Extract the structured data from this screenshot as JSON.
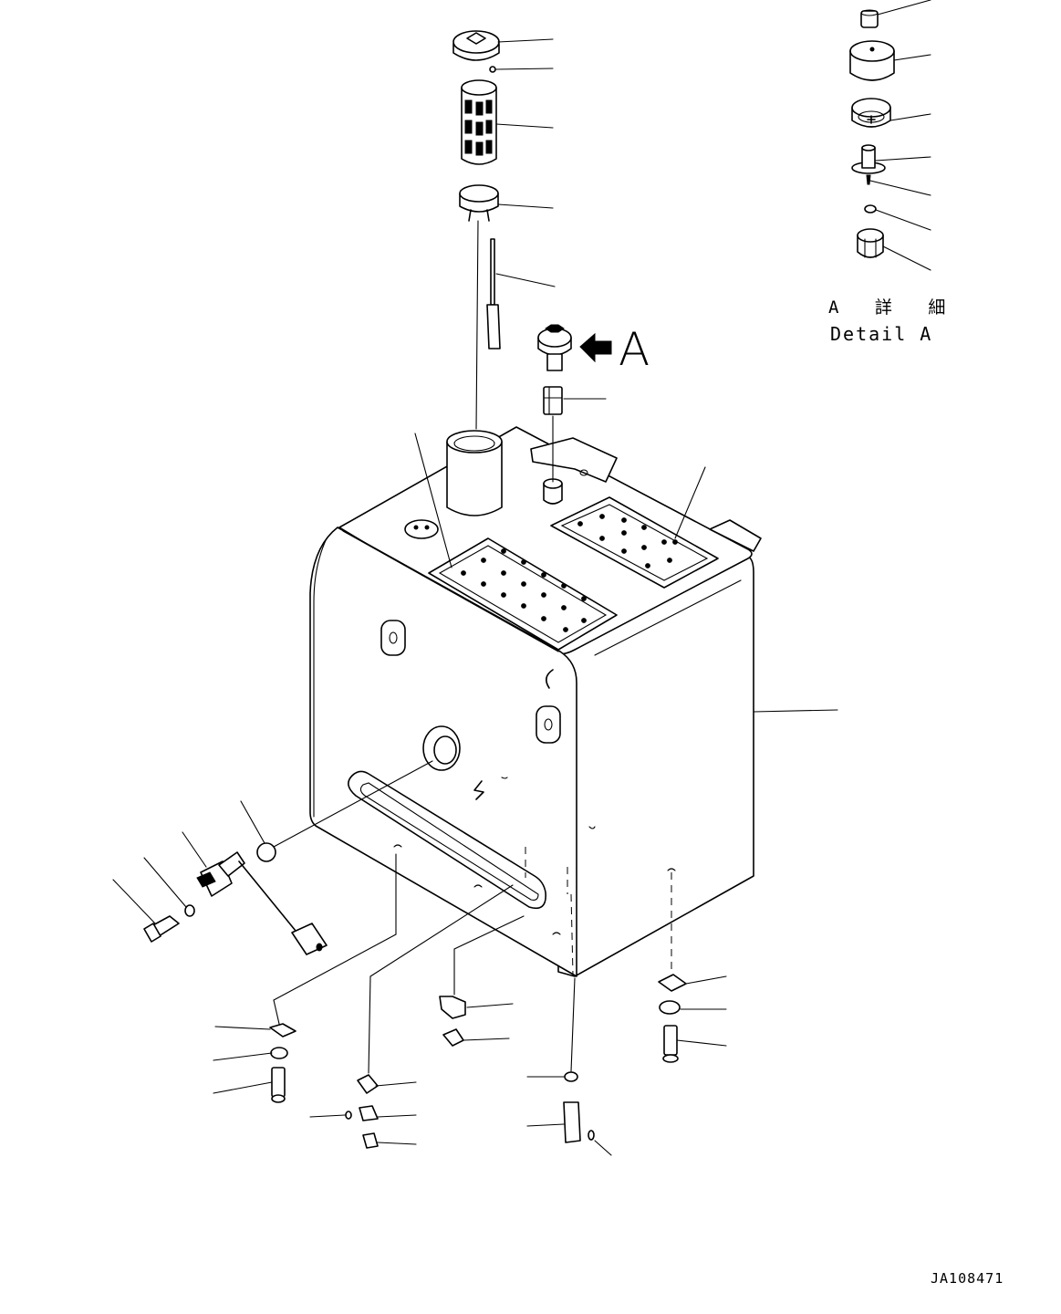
{
  "view_marker": {
    "letter": "A"
  },
  "detail_caption": {
    "japanese": "A 詳 細",
    "english": "Detail A"
  },
  "drawing_number": "JA108471"
}
